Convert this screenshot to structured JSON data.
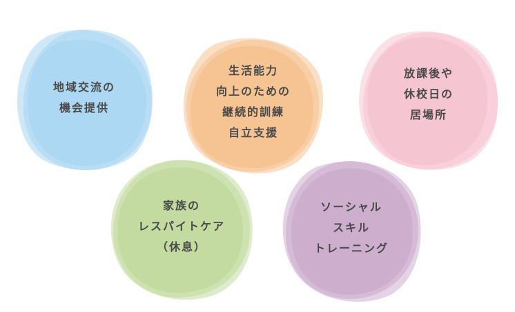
{
  "bubbles": [
    {
      "id": "community",
      "color": "#a8d5f2",
      "lines": [
        "地域交流の",
        "機会提供"
      ]
    },
    {
      "id": "life-skills",
      "color": "#f5bf8c",
      "lines": [
        "生活能力",
        "向上のための",
        "継続的訓練",
        "自立支援"
      ]
    },
    {
      "id": "after-school",
      "color": "#f5c1cf",
      "lines": [
        "放課後や",
        "休校日の",
        "居場所"
      ]
    },
    {
      "id": "respite",
      "color": "#bfd99a",
      "lines": [
        "家族の",
        "レスパイトケア",
        "（休息）"
      ]
    },
    {
      "id": "social-skills",
      "color": "#c9a8c9",
      "lines": [
        "ソーシャル",
        "スキル",
        "トレーニング"
      ]
    }
  ]
}
